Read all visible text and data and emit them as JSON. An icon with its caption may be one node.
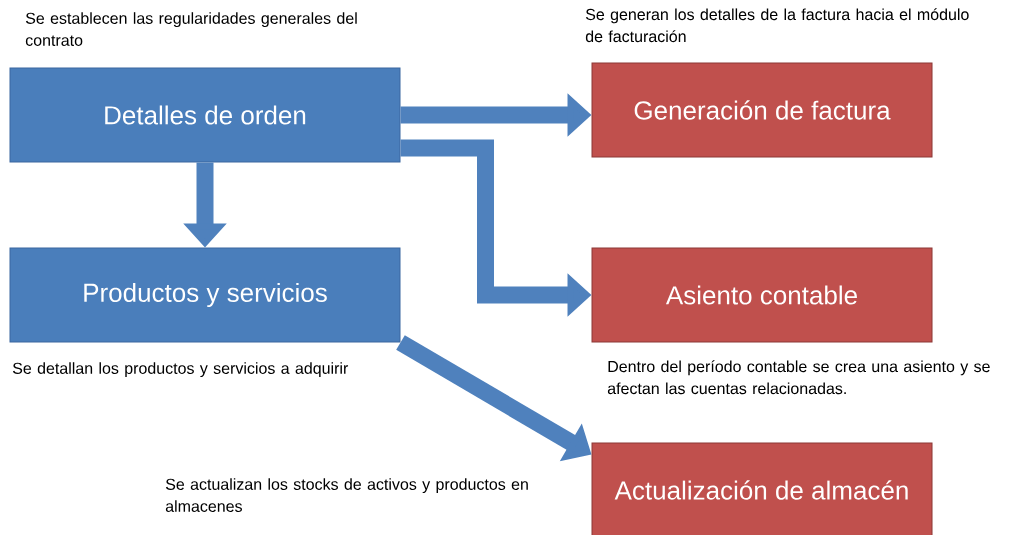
{
  "diagram": {
    "nodes": [
      {
        "text": [
          "Detalles de orden"
        ],
        "beside": [
          "Se establecen las regularidades generales del contrato"
        ]
      },
      {
        "text": [
          "Productos y servicios"
        ],
        "beside": [
          "Se detallan los productos y servicios a adquirir"
        ]
      },
      {
        "text": [
          "Generación de factura"
        ],
        "beside": [
          "Se generan los detalles de la factura hacia el módulo de facturación"
        ]
      },
      {
        "text": [
          "Asiento contable"
        ],
        "beside": [
          "Dentro del período contable se crea una asiento y se afectan las cuentas relacionadas."
        ]
      },
      {
        "text": [
          "Actualización de almacén"
        ]
      }
    ],
    "edges": [
      {
        "from": 0,
        "to": 2,
        "arrow": "to"
      },
      {
        "from": 0,
        "to": 1,
        "arrow": "to"
      },
      {
        "from": 0,
        "to": 3,
        "arrow": "to"
      },
      {
        "from": 1,
        "to": 4,
        "arrow": "to"
      }
    ],
    "labels": [
      "Se actualizan los stocks de activos y productos en almacenes"
    ]
  }
}
